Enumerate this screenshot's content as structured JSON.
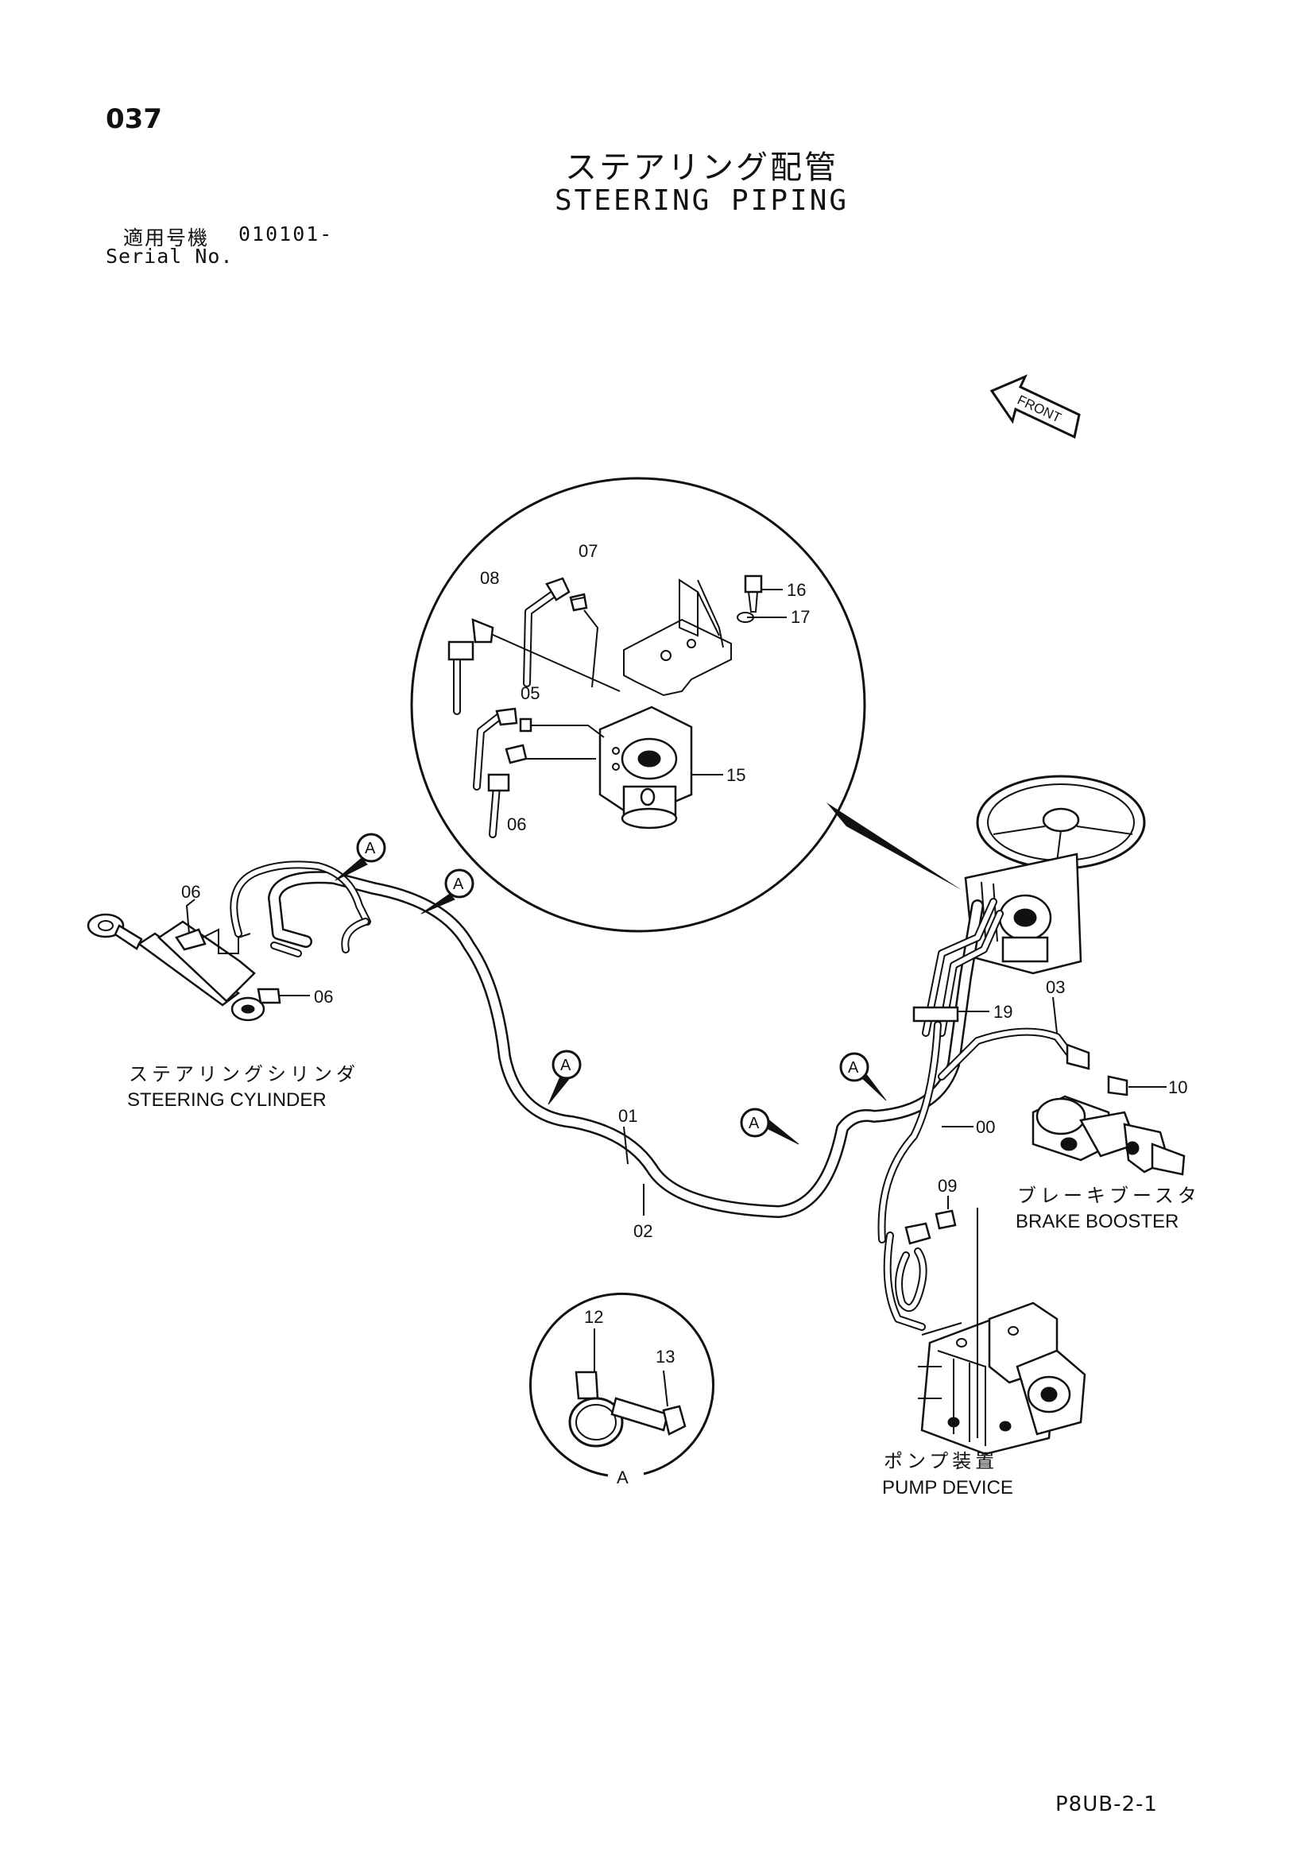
{
  "header": {
    "page_number": "037",
    "title_jp": "ステアリング配管",
    "title_en": "STEERING PIPING",
    "serial_label_jp": "適用号機",
    "serial_value": "010101-",
    "serial_label_en": "Serial No."
  },
  "front_arrow": {
    "label": "FRONT"
  },
  "detail_view": {
    "callouts": [
      "07",
      "08",
      "16",
      "17",
      "05",
      "15",
      "06"
    ]
  },
  "main_callouts": {
    "06_upper": "06",
    "06_lower": "06",
    "19": "19",
    "03": "03",
    "10": "10",
    "01": "01",
    "02": "02",
    "00": "00",
    "09": "09"
  },
  "clamp_markers": [
    "A",
    "A",
    "A",
    "A",
    "A"
  ],
  "components": {
    "steering_cylinder_jp": "ステアリングシリンダ",
    "steering_cylinder_en": "STEERING CYLINDER",
    "brake_booster_jp": "ブレーキブースタ",
    "brake_booster_en": "BRAKE BOOSTER",
    "pump_device_jp": "ポンプ装置",
    "pump_device_en": "PUMP DEVICE"
  },
  "clamp_detail": {
    "callouts": [
      "12",
      "13"
    ],
    "view_label": "A"
  },
  "footer": {
    "doc_code": "P8UB-2-1"
  }
}
